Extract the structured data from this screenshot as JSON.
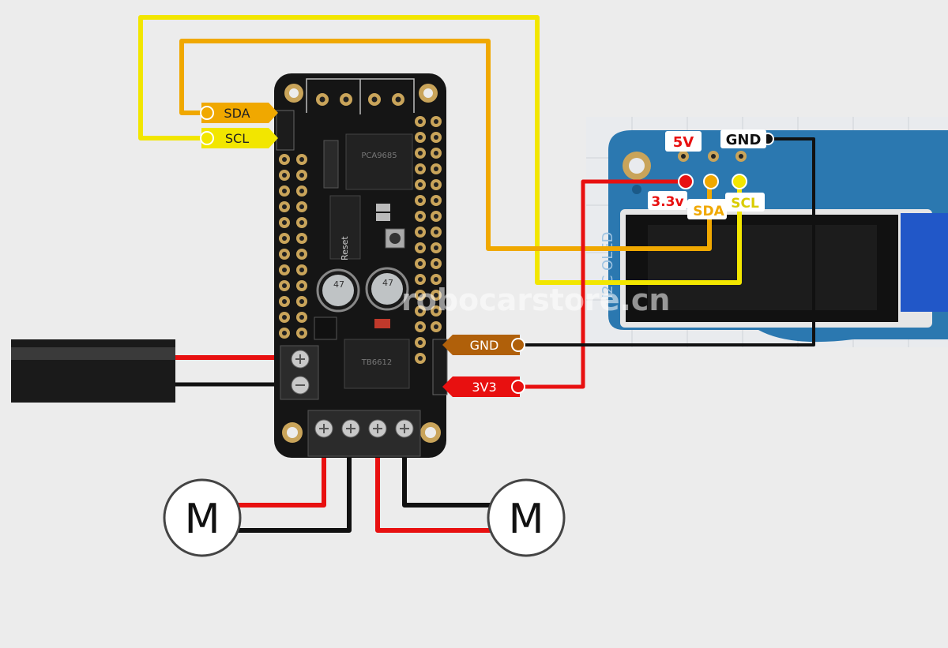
{
  "board": {
    "labels": {
      "sda": "SDA",
      "scl": "SCL",
      "gnd": "GND",
      "v3": "3V3",
      "reset": "Reset"
    },
    "chips": {
      "top": "PCA9685",
      "bottom": "TB6612"
    },
    "caps": [
      "47",
      "47"
    ]
  },
  "oled": {
    "pins": {
      "v5": "5V",
      "gnd": "GND",
      "v33": "3.3v",
      "sda": "SDA",
      "scl": "SCL"
    },
    "silk": "I2C OLED"
  },
  "motors": [
    "M",
    "M"
  ],
  "watermark": "robocarstore.cn",
  "colors": {
    "sda_wire": "#f0a800",
    "scl_wire": "#f2e600",
    "gnd_wire": "#111111",
    "v3_wire": "#e81010",
    "gnd_tag": "#b0600a",
    "v3_tag": "#e81010",
    "sda_tag": "#f0a800",
    "scl_tag": "#f2e600",
    "board": "#151515",
    "oled_pcb": "#2b78b0"
  }
}
